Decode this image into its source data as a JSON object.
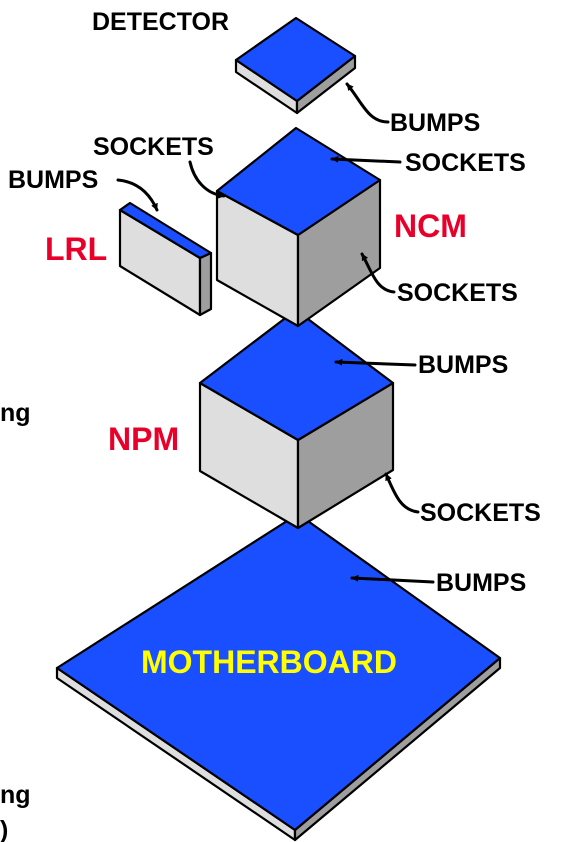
{
  "colors": {
    "top_face": "#1a4fff",
    "light_side": "#dedede",
    "dark_side": "#9e9e9e",
    "component_label": "#e8002a",
    "board_label": "#ffff00",
    "callout_label": "#000000"
  },
  "components": {
    "detector": "DETECTOR",
    "ncm": "NCM",
    "lrl": "LRL",
    "npm": "NPM",
    "motherboard": "MOTHERBOARD"
  },
  "callouts": {
    "detector_bumps": "BUMPS",
    "ncm_sockets_left": "SOCKETS",
    "ncm_sockets_top": "SOCKETS",
    "lrl_bumps": "BUMPS",
    "ncm_sockets_bottom": "SOCKETS",
    "npm_bumps": "BUMPS",
    "npm_sockets": "SOCKETS",
    "board_bumps": "BUMPS"
  },
  "clipped_text": {
    "fragment_upper": "ng",
    "fragment_lower": "ng",
    "fragment_bottom": ")"
  }
}
